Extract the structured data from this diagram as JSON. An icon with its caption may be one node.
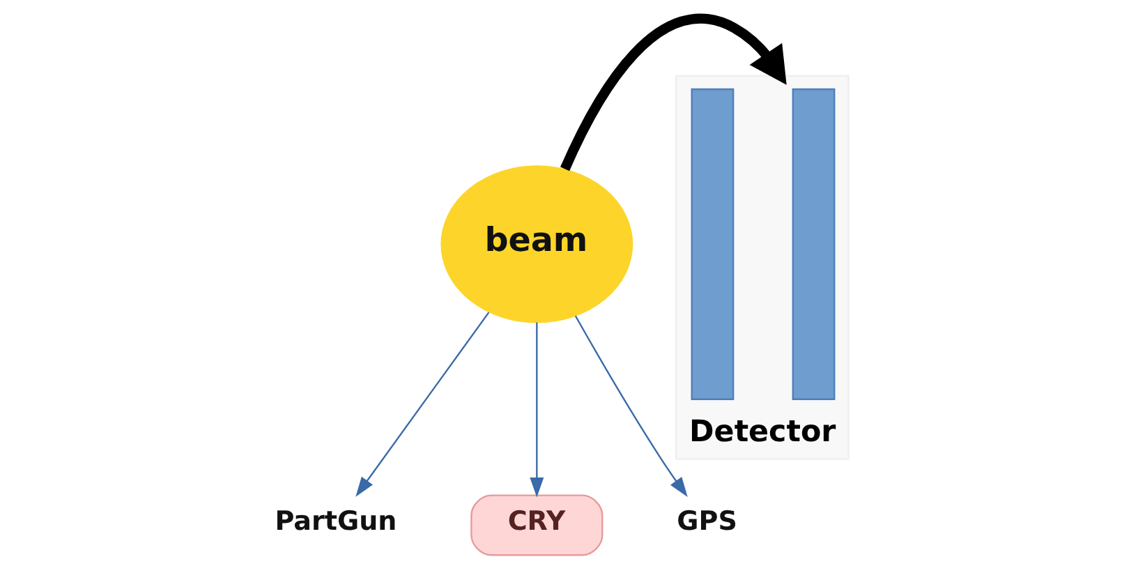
{
  "diagram": {
    "nodes": [
      {
        "text": [
          "beam"
        ]
      },
      {
        "text": [
          "PartGun"
        ]
      },
      {
        "text": [
          "CRY"
        ]
      },
      {
        "text": [
          "GPS"
        ]
      },
      {
        "text": [
          "Detector"
        ]
      },
      {
        "text": [],
        "shape": "bar",
        "in": 4
      },
      {
        "text": [],
        "shape": "bar",
        "in": 4
      }
    ],
    "edges": [
      {
        "from": 0,
        "to": 1,
        "arrow": "to"
      },
      {
        "from": 0,
        "to": 2,
        "arrow": "to"
      },
      {
        "from": 0,
        "to": 3,
        "arrow": "to"
      },
      {
        "from": 0,
        "to": 4,
        "arrow": "to",
        "style": "thick",
        "color": "#000000"
      }
    ]
  }
}
